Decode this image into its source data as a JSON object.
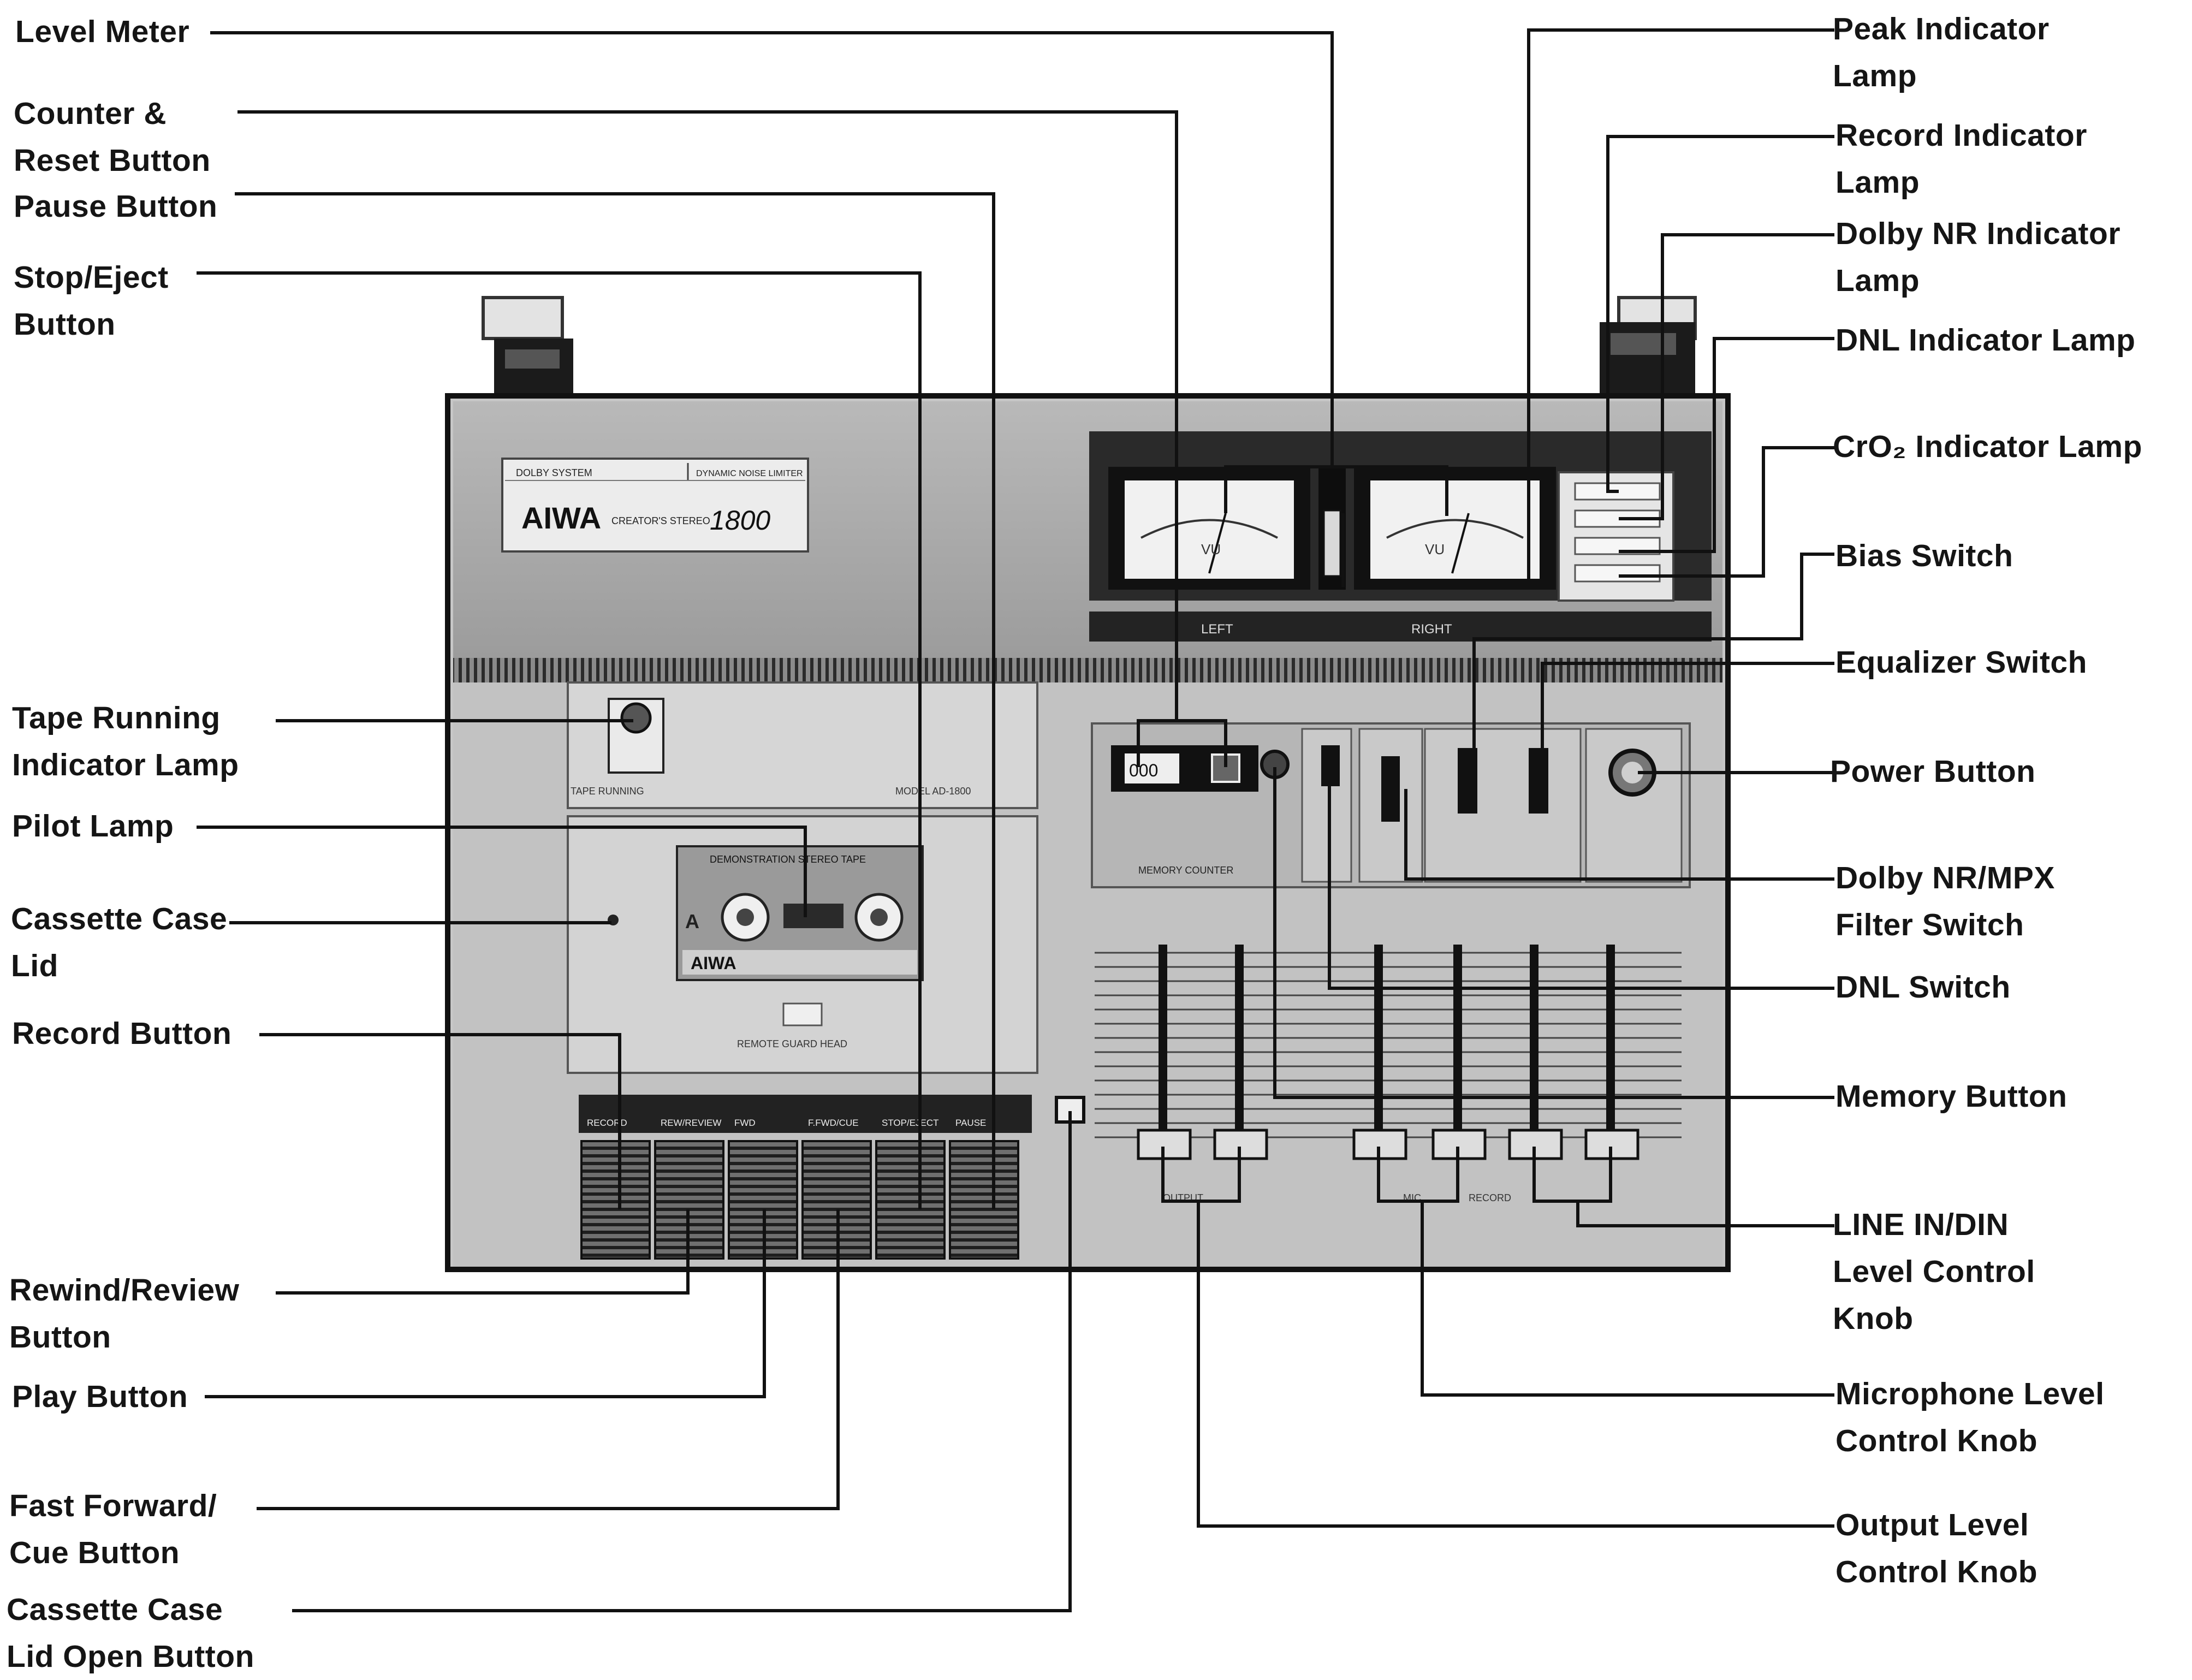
{
  "device": {
    "dolby_badge": "DOLBY SYSTEM",
    "dnl_badge": "DYNAMIC NOISE LIMITER",
    "brand": "AIWA",
    "model_name": "CREATOR'S STEREO",
    "model_number": "1800",
    "meter_scale": "VU",
    "meter_left": "LEFT",
    "meter_right": "RIGHT",
    "tape_running": "TAPE RUNNING",
    "model_plate": "MODEL AD-1800",
    "demo_tape": "DEMONSTRATION STEREO TAPE",
    "cassette_brand": "AIWA",
    "cassette_side": "A",
    "head_label": "REMOTE GUARD HEAD",
    "counter_digits": "000",
    "memory_counter": "MEMORY COUNTER",
    "transport_keys": [
      "RECORD",
      "REW/REVIEW",
      "FWD",
      "F.FWD/CUE",
      "STOP/EJECT",
      "PAUSE"
    ],
    "fader_groups": [
      "OUTPUT",
      "MIC",
      "RECORD"
    ]
  },
  "labels_left": [
    {
      "id": "level-meter",
      "lines": [
        "Level Meter"
      ]
    },
    {
      "id": "counter-reset-button",
      "lines": [
        "Counter &",
        "Reset Button"
      ]
    },
    {
      "id": "pause-button",
      "lines": [
        "Pause Button"
      ]
    },
    {
      "id": "stop-eject-button",
      "lines": [
        "Stop/Eject",
        "Button"
      ]
    },
    {
      "id": "tape-running-lamp",
      "lines": [
        "Tape Running",
        "Indicator Lamp"
      ]
    },
    {
      "id": "pilot-lamp",
      "lines": [
        "Pilot Lamp"
      ]
    },
    {
      "id": "cassette-case-lid",
      "lines": [
        "Cassette Case",
        "Lid"
      ]
    },
    {
      "id": "record-button",
      "lines": [
        "Record Button"
      ]
    },
    {
      "id": "rewind-review-button",
      "lines": [
        "Rewind/Review",
        "Button"
      ]
    },
    {
      "id": "play-button",
      "lines": [
        "Play Button"
      ]
    },
    {
      "id": "fast-forward-cue-button",
      "lines": [
        "Fast Forward/",
        "Cue Button"
      ]
    },
    {
      "id": "lid-open-button",
      "lines": [
        "Cassette Case",
        "Lid Open Button"
      ]
    }
  ],
  "labels_right": [
    {
      "id": "peak-indicator-lamp",
      "lines": [
        "Peak Indicator",
        "Lamp"
      ]
    },
    {
      "id": "record-indicator-lamp",
      "lines": [
        "Record Indicator",
        "Lamp"
      ]
    },
    {
      "id": "dolby-nr-indicator-lamp",
      "lines": [
        "Dolby NR Indicator",
        "Lamp"
      ]
    },
    {
      "id": "dnl-indicator-lamp",
      "lines": [
        "DNL Indicator Lamp"
      ]
    },
    {
      "id": "cro2-indicator-lamp",
      "lines": [
        "CrO₂ Indicator Lamp"
      ]
    },
    {
      "id": "bias-switch",
      "lines": [
        "Bias Switch"
      ]
    },
    {
      "id": "equalizer-switch",
      "lines": [
        "Equalizer Switch"
      ]
    },
    {
      "id": "power-button",
      "lines": [
        "Power Button"
      ]
    },
    {
      "id": "dolby-mpx-filter-switch",
      "lines": [
        "Dolby NR/MPX",
        "Filter Switch"
      ]
    },
    {
      "id": "dnl-switch",
      "lines": [
        "DNL Switch"
      ]
    },
    {
      "id": "memory-button",
      "lines": [
        "Memory Button"
      ]
    },
    {
      "id": "line-din-level-knob",
      "lines": [
        "LINE IN/DIN",
        "Level Control",
        "Knob"
      ]
    },
    {
      "id": "mic-level-knob",
      "lines": [
        "Microphone Level",
        "Control Knob"
      ]
    },
    {
      "id": "output-level-knob",
      "lines": [
        "Output Level",
        "Control Knob"
      ]
    }
  ]
}
